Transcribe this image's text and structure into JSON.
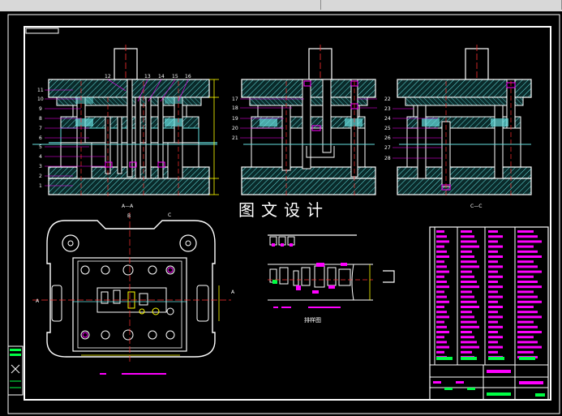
{
  "drawing": {
    "watermark": "图文设计",
    "strip_caption": "排样图",
    "section_labels": {
      "section_aa": "A—A",
      "section_cc": "C—C",
      "plan_c": "C",
      "plan_a_left": "A",
      "plan_a_right": "A",
      "plan_b": "B"
    },
    "part_numbers_left": [
      "11",
      "10",
      "9",
      "8",
      "7",
      "6",
      "5",
      "4",
      "3",
      "2",
      "1"
    ],
    "part_numbers_top": [
      "12",
      "13",
      "14",
      "15",
      "16"
    ],
    "part_numbers_middle": [
      "17",
      "18",
      "19",
      "20",
      "21"
    ],
    "part_numbers_right": [
      "22",
      "23",
      "24",
      "25",
      "26",
      "27",
      "28"
    ],
    "colors": {
      "background": "#000000",
      "border": "#ffffff",
      "hatch": "#66e0e0",
      "centerline": "#ff3030",
      "dimension": "#ffff00",
      "annotation": "#ff00ff",
      "green": "#00ff44"
    }
  }
}
